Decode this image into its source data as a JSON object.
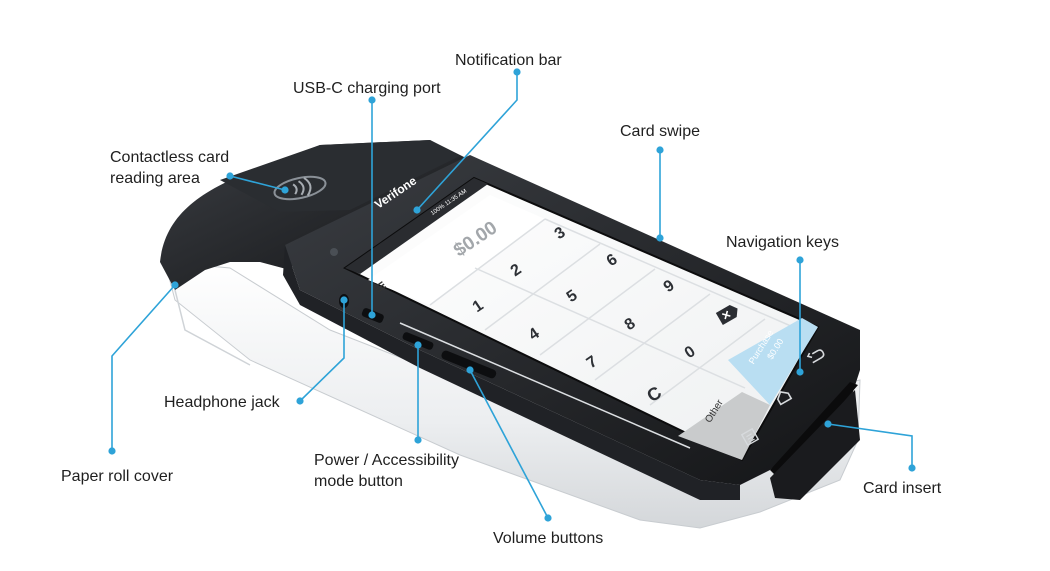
{
  "colors": {
    "leader": "#2ea3d8",
    "body_black": "#1b1d20",
    "body_white": "#f2f3f4",
    "screen_bg": "#f7f7f7",
    "purchase": "#b9def2",
    "other": "#c9cbcc"
  },
  "labels": {
    "notification_bar": "Notification bar",
    "usb_c": "USB-C charging port",
    "card_swipe": "Card swipe",
    "contactless": "Contactless card\nreading area",
    "navigation_keys": "Navigation keys",
    "headphone_jack": "Headphone jack",
    "paper_roll": "Paper roll cover",
    "power_button": "Power / Accessibility\nmode button",
    "card_insert": "Card insert",
    "volume_buttons": "Volume buttons"
  },
  "device": {
    "brand": "Verifone",
    "status_time": "100% 11:35 AM",
    "amount": "$0.00",
    "keys": [
      "1",
      "2",
      "3",
      "4",
      "5",
      "6",
      "7",
      "8",
      "9",
      "C",
      "0"
    ],
    "purchase_label": "Purchase",
    "purchase_amount": "$0.00",
    "other_label": "Other",
    "clear_icon": "backspace-x-icon",
    "menu_icon": "hamburger-icon",
    "nav_icons": [
      "back-icon",
      "home-icon",
      "menu-icon"
    ]
  }
}
